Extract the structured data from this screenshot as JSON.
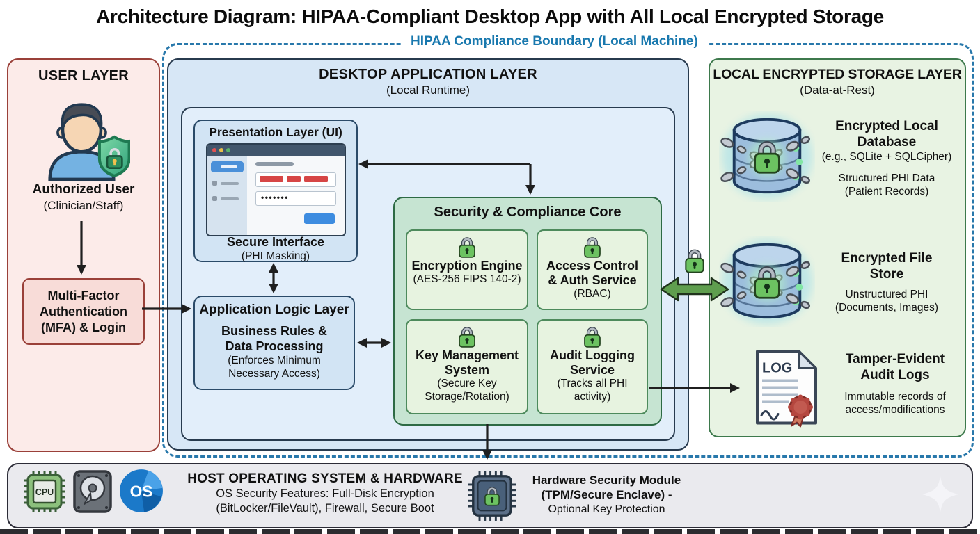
{
  "title": "Architecture Diagram: HIPAA-Compliant Desktop App with All Local Encrypted Storage",
  "boundary": {
    "label": "HIPAA Compliance Boundary (Local Machine)"
  },
  "colors": {
    "boundary_blue": "#2878ab",
    "user_layer_red": "#9a4039",
    "desktop_layer_blue": "#273a4e",
    "security_green": "#2d6a44",
    "lock_green": "#6cc261",
    "arrow_green": "#5f9e4e",
    "redacted_red": "#d64545",
    "host_bar_gray": "#eaeaee"
  },
  "user_layer": {
    "title": "USER LAYER",
    "user_name": "Authorized User",
    "user_sub": "(Clinician/Staff)",
    "mfa": [
      "Multi-Factor",
      "Authentication",
      "(MFA) & Login"
    ]
  },
  "desktop_layer": {
    "title": "DESKTOP APPLICATION LAYER",
    "subtitle": "(Local Runtime)",
    "presentation": {
      "title": "Presentation Layer (UI)",
      "caption1": "Secure Interface",
      "caption2": "(PHI Masking)",
      "password_dots": "•••••••"
    },
    "app_logic": {
      "title": "Application Logic Layer",
      "bold": [
        "Business Rules &",
        "Data Processing"
      ],
      "sub": [
        "(Enforces Minimum",
        "Necessary Access)"
      ]
    },
    "security_core": {
      "title": "Security & Compliance Core",
      "modules": [
        {
          "bold": [
            "Encryption Engine"
          ],
          "sub": [
            "(AES-256 FIPS 140-2)"
          ]
        },
        {
          "bold": [
            "Access Control",
            "& Auth Service"
          ],
          "sub": [
            "(RBAC)"
          ]
        },
        {
          "bold": [
            "Key Management",
            "System"
          ],
          "sub": [
            "(Secure Key",
            "Storage/Rotation)"
          ]
        },
        {
          "bold": [
            "Audit Logging",
            "Service"
          ],
          "sub": [
            "(Tracks all PHI",
            "activity)"
          ]
        }
      ]
    }
  },
  "storage_layer": {
    "title": "LOCAL ENCRYPTED STORAGE LAYER",
    "subtitle": "(Data-at-Rest)",
    "items": [
      {
        "bold": [
          "Encrypted Local",
          "Database"
        ],
        "sub": [
          "(e.g., SQLite + SQLCipher)",
          "Structured PHI Data",
          "(Patient Records)"
        ]
      },
      {
        "bold": [
          "Encrypted File",
          "Store"
        ],
        "sub": [
          "Unstructured PHI",
          "(Documents, Images)"
        ]
      },
      {
        "bold": [
          "Tamper-Evident",
          "Audit Logs"
        ],
        "sub": [
          "Immutable records of",
          "access/modifications"
        ],
        "log_label": "LOG"
      }
    ]
  },
  "host_bar": {
    "title": "HOST OPERATING SYSTEM & HARDWARE",
    "lines": [
      "OS Security Features: Full-Disk Encryption",
      "(BitLocker/FileVault), Firewall, Secure Boot"
    ],
    "hsm_bold": [
      "Hardware Security Module",
      "(TPM/Secure Enclave) -"
    ],
    "hsm_reg": "Optional Key Protection",
    "cpu_label": "CPU",
    "os_label": "OS"
  }
}
